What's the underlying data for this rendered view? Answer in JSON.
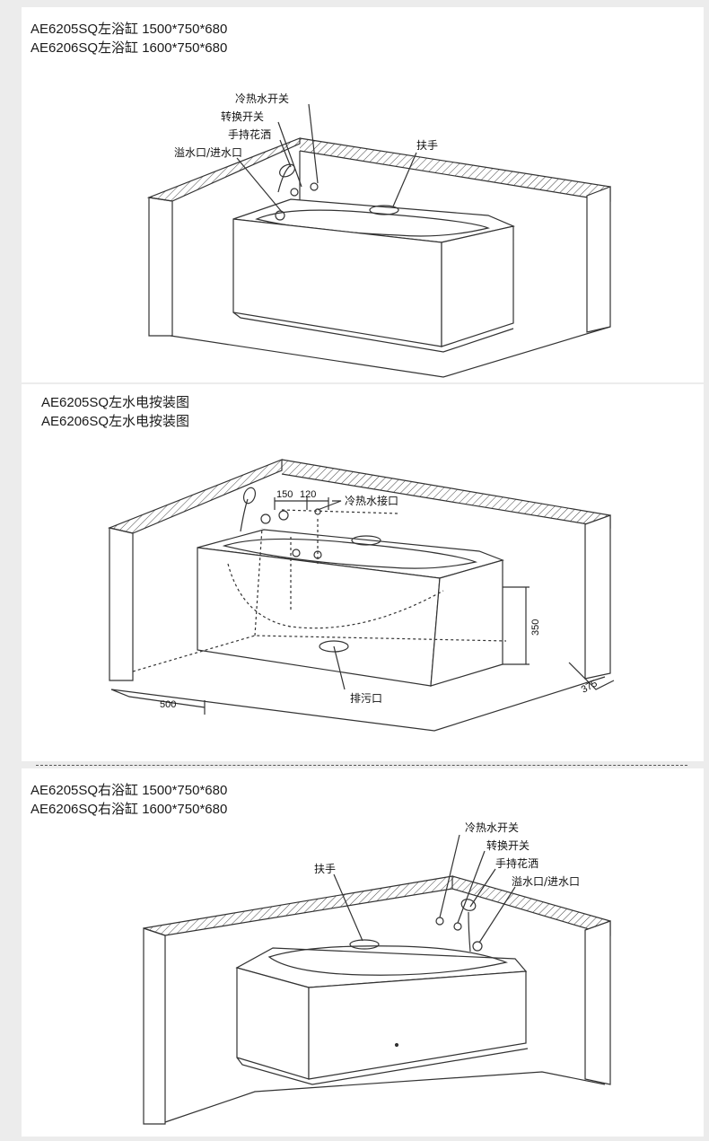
{
  "panel_left": {
    "title_line1": "AE6205SQ左浴缸 1500*750*680",
    "title_line2": "AE6206SQ左浴缸 1600*750*680",
    "labels": {
      "hot_cold_switch": "冷热水开关",
      "diverter_switch": "转换开关",
      "hand_shower": "手持花洒",
      "overflow_inlet": "溢水口/进水口",
      "handrail": "扶手"
    }
  },
  "panel_install": {
    "title_line1": "AE6205SQ左水电按装图",
    "title_line2": "AE6206SQ左水电按装图",
    "labels": {
      "water_inlet": "冷热水接口",
      "drain": "排污口"
    },
    "dimensions": {
      "d150": "150",
      "d120": "120",
      "d350": "350",
      "d500": "500",
      "d375": "375"
    }
  },
  "panel_right": {
    "title_line1": "AE6205SQ右浴缸 1500*750*680",
    "title_line2": "AE6206SQ右浴缸 1600*750*680",
    "labels": {
      "hot_cold_switch": "冷热水开关",
      "diverter_switch": "转换开关",
      "hand_shower": "手持花洒",
      "overflow_inlet": "溢水口/进水口",
      "handrail": "扶手"
    }
  },
  "colors": {
    "line": "#333333",
    "background": "#ffffff",
    "page": "#ececec"
  }
}
